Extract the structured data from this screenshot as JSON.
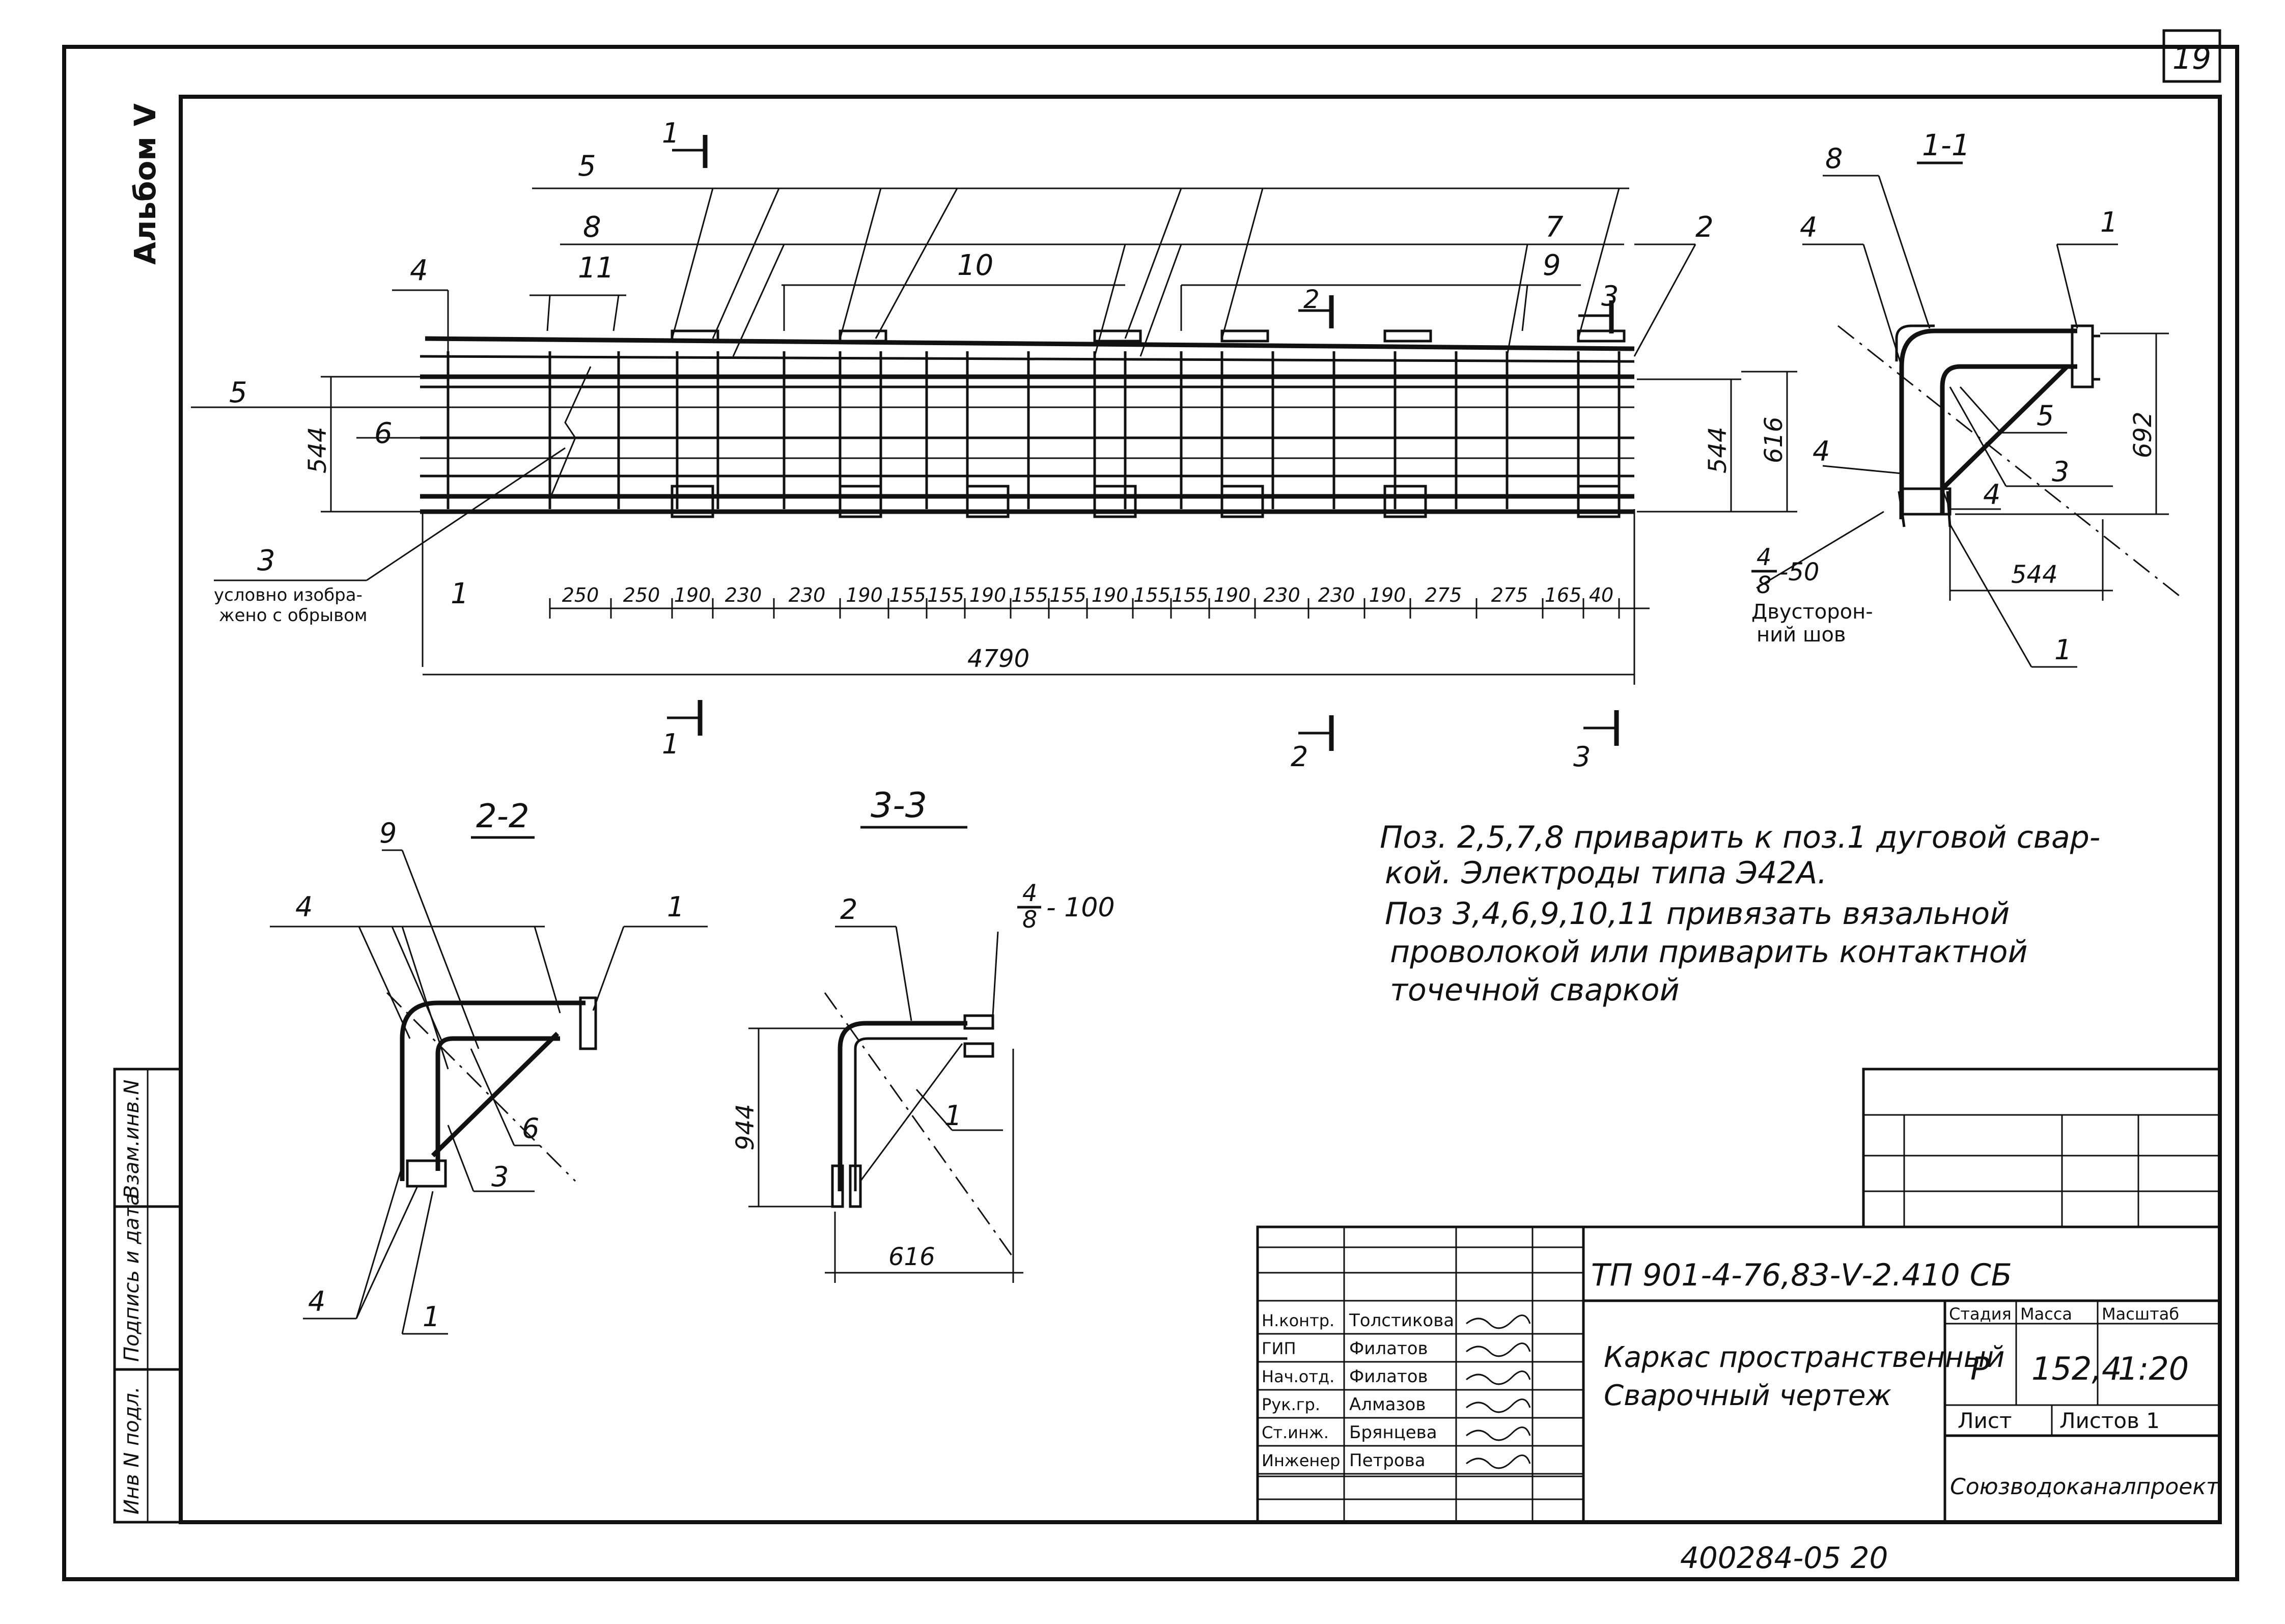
{
  "sheet_number": "19",
  "album_label": "Альбом Ⅴ",
  "main_view": {
    "position_labels": [
      "5",
      "8",
      "11",
      "10",
      "7",
      "9",
      "2",
      "4",
      "5",
      "6",
      "1"
    ],
    "section_marks": {
      "s1": "1",
      "s2": "2",
      "s3": "3"
    },
    "dims_vertical": [
      "544",
      "544",
      "616"
    ],
    "dims_horizontal": [
      "250",
      "250",
      "190",
      "230",
      "230",
      "190",
      "155",
      "155",
      "190",
      "155",
      "155",
      "190",
      "155",
      "155",
      "190",
      "230",
      "230",
      "190",
      "275",
      "275",
      "165",
      "40"
    ],
    "overall_length": "4790",
    "break_note_number": "3",
    "break_note": [
      "условно изобра-",
      "жено с обрывом"
    ]
  },
  "section_1_1": {
    "title": "1-1",
    "labels": [
      "8",
      "4",
      "1",
      "5",
      "4",
      "3",
      "4",
      "1"
    ],
    "dims": [
      "692",
      "544"
    ],
    "weld_mark_top": "4",
    "weld_mark_bottom": "8",
    "weld_mark_step": "-50",
    "weld_note": [
      "Двусторон-",
      "ний шов"
    ]
  },
  "section_2_2": {
    "title": "2-2",
    "labels": [
      "9",
      "4",
      "1",
      "6",
      "3",
      "4",
      "1"
    ]
  },
  "section_3_3": {
    "title": "3-3",
    "labels": [
      "2",
      "1"
    ],
    "weld_mark_top": "4",
    "weld_mark_bottom": "8",
    "weld_mark_step": "- 100",
    "dims": [
      "944",
      "616"
    ]
  },
  "notes": [
    "Поз. 2,5,7,8 приварить к поз.1 дуговой свар-",
    "кой. Электроды типа Э42А.",
    "Поз 3,4,6,9,10,11 привязать вязальной",
    "проволокой или приварить контактной",
    "точечной сваркой"
  ],
  "side_stamp": [
    "Инв N подл.",
    "Подпись и дата",
    "Взам.инв.N"
  ],
  "title_block": {
    "document_code": "ТП 901-4-76,83-Ⅴ-2.410 СБ",
    "title_line1": "Каркас пространственный",
    "title_line2": "Сварочный чертеж",
    "col_stage": "Стадия",
    "col_mass": "Масса",
    "col_scale": "Масштаб",
    "stage": "Р",
    "mass": "152,4",
    "scale": "1:20",
    "sheet_label": "Лист",
    "sheets_label": "Листов 1",
    "organization": "Союзводоканалпроект",
    "staff": [
      {
        "role": "Н.контр.",
        "name": "Толстикова"
      },
      {
        "role": "ГИП",
        "name": "Филатов"
      },
      {
        "role": "Нач.отд.",
        "name": "Филатов"
      },
      {
        "role": "Рук.гр.",
        "name": "Алмазов"
      },
      {
        "role": "Ст.инж.",
        "name": "Брянцева"
      },
      {
        "role": "Инженер",
        "name": "Петрова"
      }
    ]
  },
  "bottom_code": "400284-05  20"
}
